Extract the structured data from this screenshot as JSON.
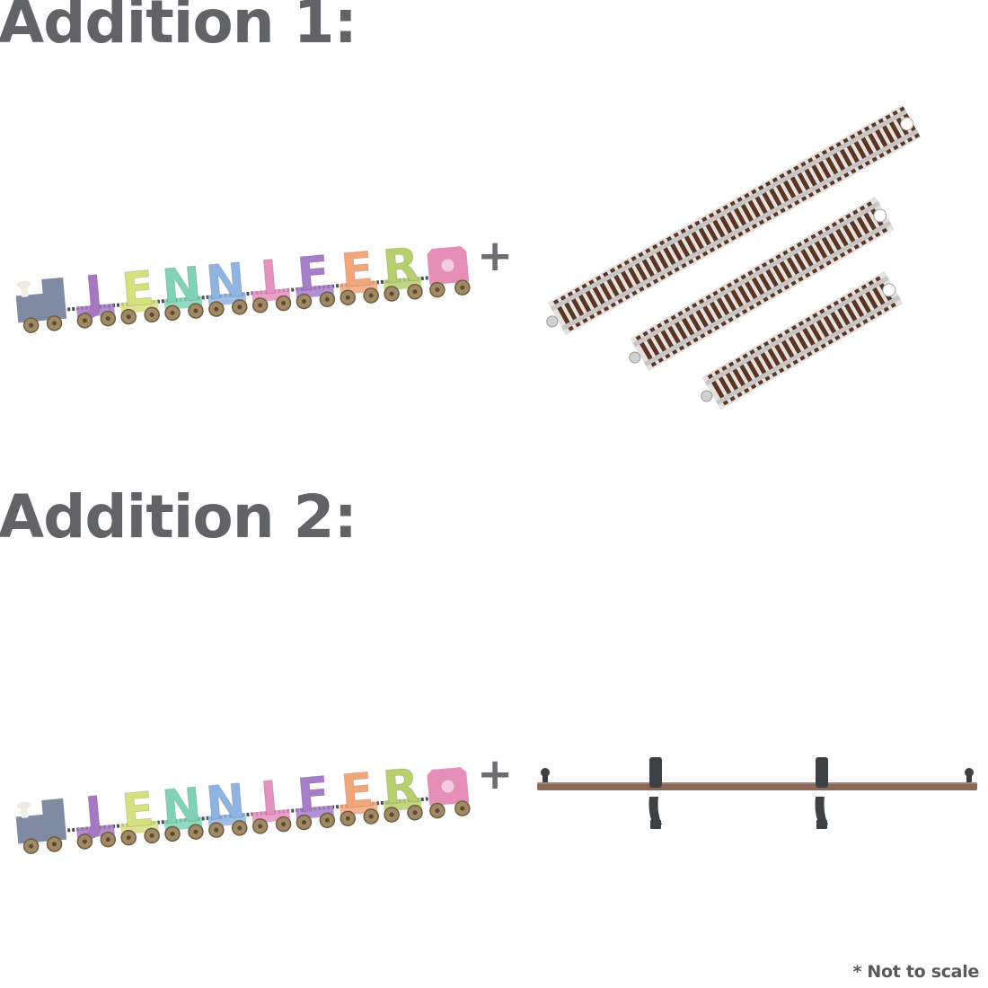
{
  "addition1": {
    "heading": "Addition 1:",
    "plus": "+"
  },
  "addition2": {
    "heading": "Addition 2:",
    "plus": "+"
  },
  "train": {
    "letters": [
      "J",
      "E",
      "N",
      "N",
      "I",
      "F",
      "E",
      "R"
    ],
    "letter_colors": [
      "#a678c4",
      "#d5e07e",
      "#7fd3b4",
      "#8fb4e2",
      "#e591c0",
      "#a57dc9",
      "#f2a77a",
      "#b8cf6e"
    ],
    "engine_color": "#7f8aa3",
    "caboose_color": "#e58fb8",
    "wheel_color": "#a08a64"
  },
  "tracks": {
    "tie_color": "#5b3522",
    "rail_color": "#c8c6c4"
  },
  "rod": {
    "rod_color": "#8a6a55",
    "bracket_color": "#3d4144"
  },
  "footnote": "* Not to scale"
}
